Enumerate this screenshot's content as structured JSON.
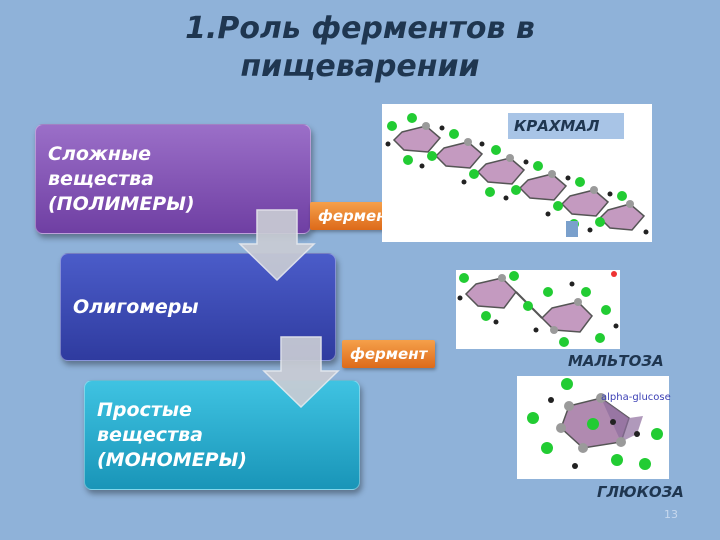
{
  "slide": {
    "title_line1": "1.Роль ферментов в",
    "title_line2": "пищеварении",
    "page_number": "13"
  },
  "boxes": [
    {
      "lines": [
        "Сложные",
        "вещества",
        "(ПОЛИМЕРЫ)"
      ],
      "color": "#7e4fb3"
    },
    {
      "lines": [
        "Олигомеры"
      ],
      "color": "#3a48b4"
    },
    {
      "lines": [
        "Простые",
        "вещества",
        "(МОНОМЕРЫ)"
      ],
      "color": "#2aaed0"
    }
  ],
  "enzymes": [
    "фермент",
    "фермент"
  ],
  "molecules": {
    "starch": "КРАХМАЛ",
    "maltose": "МАЛЬТОЗА",
    "glucose": "ГЛЮКОЗА",
    "glucose_picture_text": "alpha-glucose"
  },
  "colors": {
    "background": "#8fb2d9",
    "title": "#1f3650",
    "enzyme": "#e7802c",
    "atom_green": "#22cc33",
    "ring_purple": "#b08ab0"
  }
}
